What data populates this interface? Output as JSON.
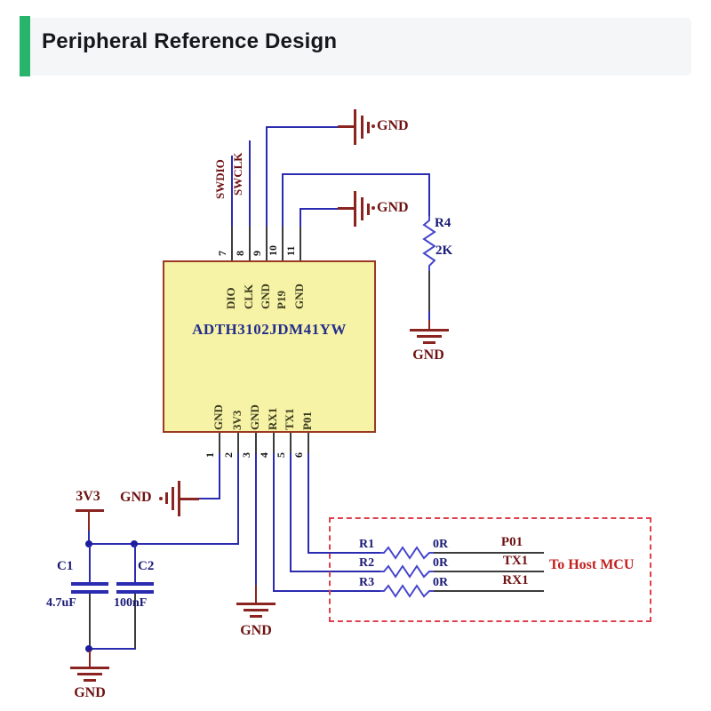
{
  "header": {
    "title": "Peripheral Reference Design"
  },
  "colors": {
    "accent_green": "#29b46c",
    "wire_blue": "#2b2bb0",
    "resistor_blue": "#4646cc",
    "label_maroon": "#6e1111",
    "refdes_navy": "#191977",
    "ic_fill": "#f7f3a6",
    "ic_border": "#9a3a24",
    "dashed_box_red": "#e0404e",
    "host_label_red": "#c42020"
  },
  "ic": {
    "part_number": "ADTH3102JDM41YW",
    "top_pins": [
      {
        "number": "7",
        "label": "DIO"
      },
      {
        "number": "8",
        "label": "CLK"
      },
      {
        "number": "9",
        "label": "GND"
      },
      {
        "number": "10",
        "label": "P19"
      },
      {
        "number": "11",
        "label": "GND"
      }
    ],
    "bottom_pins": [
      {
        "number": "1",
        "label": "GND"
      },
      {
        "number": "2",
        "label": "3V3"
      },
      {
        "number": "3",
        "label": "GND"
      },
      {
        "number": "4",
        "label": "RX1"
      },
      {
        "number": "5",
        "label": "TX1"
      },
      {
        "number": "6",
        "label": "P01"
      }
    ]
  },
  "signals": {
    "swdio": "SWDIO",
    "swclk": "SWCLK"
  },
  "power": {
    "v33": "3V3",
    "gnd": "GND"
  },
  "resistors": {
    "r4": {
      "name": "R4",
      "value": "2K"
    },
    "series": [
      {
        "name": "R1",
        "value": "0R",
        "net": "P01"
      },
      {
        "name": "R2",
        "value": "0R",
        "net": "TX1"
      },
      {
        "name": "R3",
        "value": "0R",
        "net": "RX1"
      }
    ]
  },
  "capacitors": [
    {
      "name": "C1",
      "value": "4.7uF"
    },
    {
      "name": "C2",
      "value": "100nF"
    }
  ],
  "annotations": {
    "to_host_mcu": "To Host MCU"
  }
}
